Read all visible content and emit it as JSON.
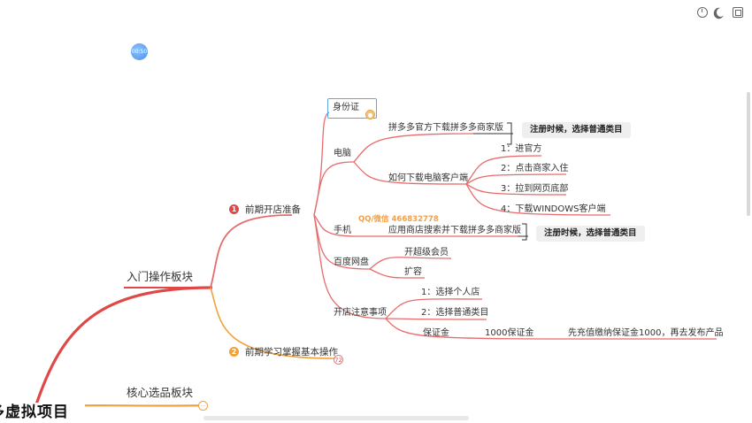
{
  "toolbar": {
    "icons": [
      "timer-icon",
      "moon-icon",
      "fullscreen-icon"
    ]
  },
  "timer_label": "00:50",
  "root": {
    "bottom_title": "多虚拟项目"
  },
  "branches": {
    "entry": "入门操作板块",
    "core": "核心选品板块",
    "prep": {
      "num": "1",
      "label": "前期开店准备"
    },
    "learn": {
      "num": "2",
      "label": "前期学习掌握基本操作",
      "collapse": "72"
    }
  },
  "nodes": {
    "idcard": "身份证",
    "computer": "电脑",
    "pdd_official": "拼多多官方下载拼多多商家版",
    "how_download": "如何下载电脑客户端",
    "step1": "1：进官方",
    "step2": "2：点击商家入住",
    "step3": "3：拉到网页底部",
    "step4": "4：下载WINDOWS客户端",
    "phone": "手机",
    "app_store": "应用商店搜索并下载拼多多商家版",
    "baidu": "百度网盘",
    "svip": "开超级会员",
    "expand": "扩容",
    "shop_notes": "开店注意事项",
    "choose_personal": "1：选择个人店",
    "choose_category": "2：选择普通类目",
    "deposit": "保证金",
    "deposit_amount": "1000保证金",
    "deposit_note": "先充值缴纳保证金1000，再去发布产品"
  },
  "notes": {
    "note1": "注册时候，选择普通类目",
    "note2": "注册时候，选择普通类目"
  },
  "watermark": "QQ/微信 466832778",
  "colors": {
    "branch_red": "#e05656",
    "branch_orange": "#f0a23a",
    "select_blue": "#5aa9e6"
  }
}
